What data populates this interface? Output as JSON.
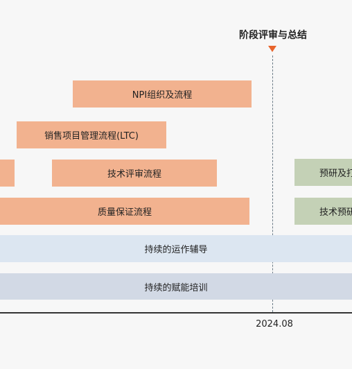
{
  "milestone": {
    "title": "阶段评审与总结"
  },
  "tasks": {
    "npi": "NPI组织及流程",
    "ltc": "销售项目管理流程(LTC)",
    "tech_review": "技术评审流程",
    "quality": "质量保证流程",
    "ops_support": "持续的运作辅导",
    "training": "持续的赋能培训",
    "prestudy": "预研及打",
    "tech_pre": "技术预研"
  },
  "axis": {
    "tick_label": "2024.08"
  },
  "colors": {
    "orange": "#f2b28f",
    "green": "#c4d1b6",
    "blue": "#dce6f1",
    "gray": "#d2d9e5",
    "marker": "#e8642c"
  }
}
